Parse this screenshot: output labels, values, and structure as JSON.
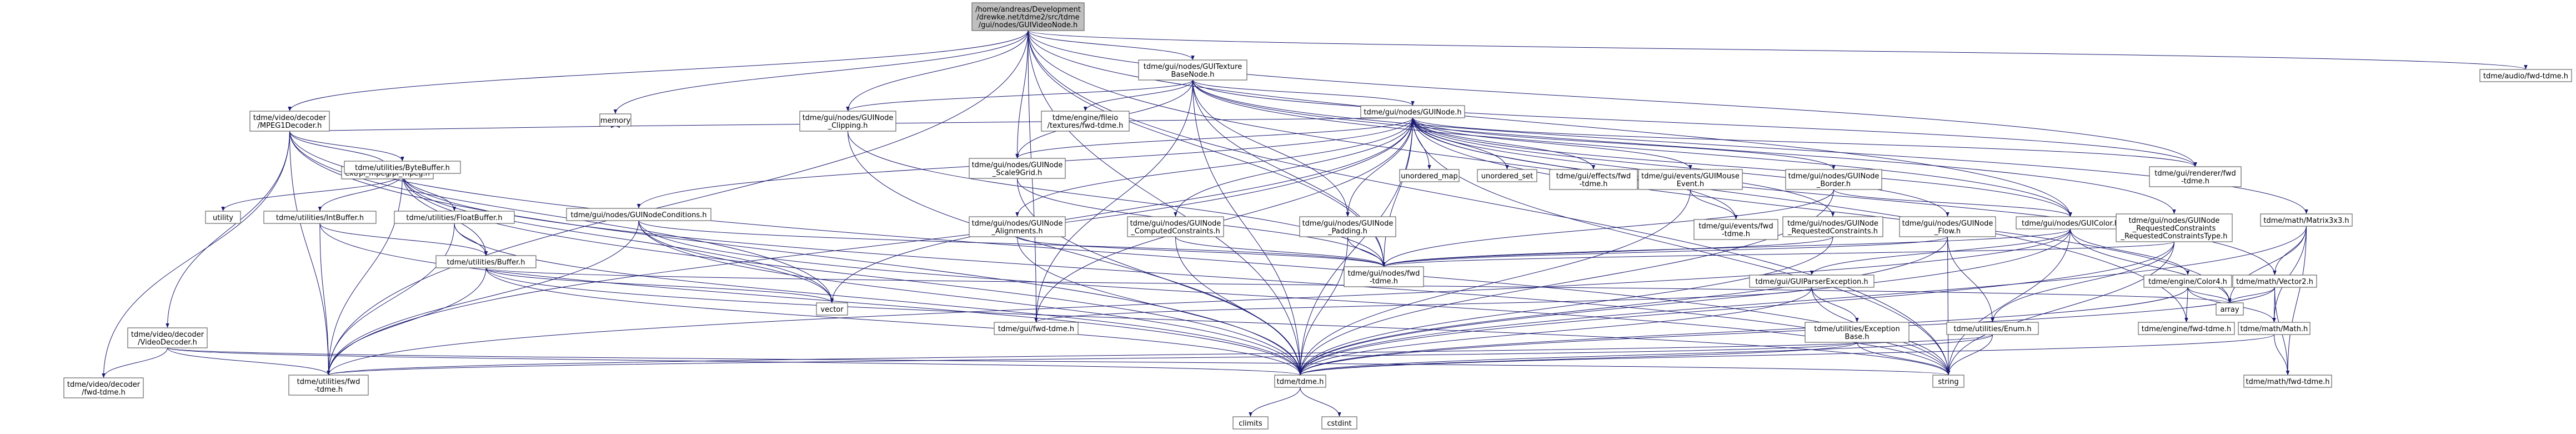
{
  "title": "",
  "colors": {
    "root_fill": "#bfbfbf",
    "node_fill": "#ffffff",
    "node_stroke": "#666666",
    "red_text": "#ff0000",
    "gray_text": "#666666",
    "edge": "#191970"
  },
  "nodes": [
    {
      "id": "root",
      "lines": [
        "/home/andreas/Development",
        "/drewke.net/tdme2/src/tdme",
        "/gui/nodes/GUIVideoNode.h"
      ],
      "kind": "root"
    },
    {
      "id": "texbase",
      "lines": [
        "tdme/gui/nodes/GUITexture",
        "BaseNode.h"
      ]
    },
    {
      "id": "mpeg1",
      "lines": [
        "tdme/video/decoder",
        "/MPEG1Decoder.h"
      ]
    },
    {
      "id": "audio",
      "lines": [
        "tdme/audio/fwd-tdme.h"
      ]
    },
    {
      "id": "clipping",
      "lines": [
        "tdme/gui/nodes/GUINode",
        "_Clipping.h"
      ]
    },
    {
      "id": "fileio",
      "lines": [
        "tdme/engine/fileio",
        "/textures/fwd-tdme.h"
      ]
    },
    {
      "id": "guinode",
      "lines": [
        "tdme/gui/nodes/GUINode.h"
      ]
    },
    {
      "id": "memory",
      "lines": [
        "memory"
      ],
      "kind": "gray"
    },
    {
      "id": "plmpeg",
      "lines": [
        "ext/pl_mpeg/pl_mpeg.h"
      ]
    },
    {
      "id": "bytebuffer",
      "lines": [
        "tdme/utilities/ByteBuffer.h"
      ],
      "kind": "red"
    },
    {
      "id": "utility",
      "lines": [
        "utility"
      ],
      "kind": "gray"
    },
    {
      "id": "intbuffer",
      "lines": [
        "tdme/utilities/IntBuffer.h"
      ]
    },
    {
      "id": "floatbuffer",
      "lines": [
        "tdme/utilities/FloatBuffer.h"
      ]
    },
    {
      "id": "buffer",
      "lines": [
        "tdme/utilities/Buffer.h"
      ],
      "kind": "red"
    },
    {
      "id": "videodecoder",
      "lines": [
        "tdme/video/decoder",
        "/VideoDecoder.h"
      ]
    },
    {
      "id": "vdfwd",
      "lines": [
        "tdme/video/decoder",
        "/fwd-tdme.h"
      ]
    },
    {
      "id": "scalegrid",
      "lines": [
        "tdme/gui/nodes/GUINode",
        "_Scale9Grid.h"
      ]
    },
    {
      "id": "conditions",
      "lines": [
        "tdme/gui/nodes/GUINodeConditions.h"
      ],
      "kind": "red"
    },
    {
      "id": "alignments",
      "lines": [
        "tdme/gui/nodes/GUINode",
        "_Alignments.h"
      ]
    },
    {
      "id": "computed",
      "lines": [
        "tdme/gui/nodes/GUINode",
        "_ComputedConstraints.h"
      ]
    },
    {
      "id": "padding",
      "lines": [
        "tdme/gui/nodes/GUINode",
        "_Padding.h"
      ]
    },
    {
      "id": "unordered_map",
      "lines": [
        "unordered_map"
      ],
      "kind": "gray"
    },
    {
      "id": "unordered_set",
      "lines": [
        "unordered_set"
      ],
      "kind": "gray"
    },
    {
      "id": "effects",
      "lines": [
        "tdme/gui/effects/fwd",
        "-tdme.h"
      ]
    },
    {
      "id": "mouseevent",
      "lines": [
        "tdme/gui/events/GUIMouse",
        "Event.h"
      ],
      "kind": "red"
    },
    {
      "id": "eventsfwd",
      "lines": [
        "tdme/gui/events/fwd",
        "-tdme.h"
      ]
    },
    {
      "id": "border",
      "lines": [
        "tdme/gui/nodes/GUINode",
        "_Border.h"
      ]
    },
    {
      "id": "requested",
      "lines": [
        "tdme/gui/nodes/GUINode",
        "_RequestedConstraints.h"
      ]
    },
    {
      "id": "flow",
      "lines": [
        "tdme/gui/nodes/GUINode",
        "_Flow.h"
      ]
    },
    {
      "id": "guicolor",
      "lines": [
        "tdme/gui/nodes/GUIColor.h"
      ]
    },
    {
      "id": "reqtype",
      "lines": [
        "tdme/gui/nodes/GUINode",
        "_RequestedConstraints",
        "_RequestedConstraintsType.h"
      ]
    },
    {
      "id": "rendererfwd",
      "lines": [
        "tdme/gui/renderer/fwd",
        "-tdme.h"
      ]
    },
    {
      "id": "matrix3x3",
      "lines": [
        "tdme/math/Matrix3x3.h"
      ]
    },
    {
      "id": "nodesfwd",
      "lines": [
        "tdme/gui/nodes/fwd",
        "-tdme.h"
      ]
    },
    {
      "id": "parserexc",
      "lines": [
        "tdme/gui/GUIParserException.h"
      ]
    },
    {
      "id": "color4",
      "lines": [
        "tdme/engine/Color4.h"
      ]
    },
    {
      "id": "vector2",
      "lines": [
        "tdme/math/Vector2.h"
      ],
      "kind": "red"
    },
    {
      "id": "vector",
      "lines": [
        "vector"
      ],
      "kind": "gray"
    },
    {
      "id": "array",
      "lines": [
        "array"
      ],
      "kind": "gray"
    },
    {
      "id": "guifwd",
      "lines": [
        "tdme/gui/fwd-tdme.h"
      ]
    },
    {
      "id": "excbase",
      "lines": [
        "tdme/utilities/Exception",
        "Base.h"
      ],
      "kind": "red"
    },
    {
      "id": "enum",
      "lines": [
        "tdme/utilities/Enum.h"
      ]
    },
    {
      "id": "enginefwd",
      "lines": [
        "tdme/engine/fwd-tdme.h"
      ]
    },
    {
      "id": "mathh",
      "lines": [
        "tdme/math/Math.h"
      ],
      "kind": "red"
    },
    {
      "id": "utilfwd",
      "lines": [
        "tdme/utilities/fwd",
        "-tdme.h"
      ]
    },
    {
      "id": "tdmeh",
      "lines": [
        "tdme/tdme.h"
      ]
    },
    {
      "id": "string",
      "lines": [
        "string"
      ],
      "kind": "gray"
    },
    {
      "id": "mathfwd",
      "lines": [
        "tdme/math/fwd-tdme.h"
      ]
    },
    {
      "id": "climits",
      "lines": [
        "climits"
      ],
      "kind": "gray"
    },
    {
      "id": "cstdint",
      "lines": [
        "cstdint"
      ],
      "kind": "gray"
    }
  ],
  "edges": [
    [
      "root",
      "texbase"
    ],
    [
      "root",
      "mpeg1"
    ],
    [
      "root",
      "audio"
    ],
    [
      "root",
      "clipping"
    ],
    [
      "root",
      "scalegrid"
    ],
    [
      "root",
      "memory"
    ],
    [
      "root",
      "tdmeh"
    ],
    [
      "root",
      "string"
    ],
    [
      "root",
      "utilfwd"
    ],
    [
      "root",
      "nodesfwd"
    ],
    [
      "root",
      "guicolor"
    ],
    [
      "root",
      "rendererfwd"
    ],
    [
      "root",
      "enginefwd"
    ],
    [
      "root",
      "guifwd"
    ],
    [
      "texbase",
      "guinode"
    ],
    [
      "texbase",
      "clipping"
    ],
    [
      "texbase",
      "fileio"
    ],
    [
      "texbase",
      "scalegrid"
    ],
    [
      "texbase",
      "guicolor"
    ],
    [
      "texbase",
      "padding"
    ],
    [
      "texbase",
      "rendererfwd"
    ],
    [
      "texbase",
      "matrix3x3"
    ],
    [
      "texbase",
      "reqtype"
    ],
    [
      "texbase",
      "guifwd"
    ],
    [
      "texbase",
      "tdmeh"
    ],
    [
      "texbase",
      "nodesfwd"
    ],
    [
      "mpeg1",
      "plmpeg"
    ],
    [
      "mpeg1",
      "bytebuffer"
    ],
    [
      "mpeg1",
      "videodecoder"
    ],
    [
      "mpeg1",
      "memory"
    ],
    [
      "mpeg1",
      "vdfwd"
    ],
    [
      "mpeg1",
      "tdmeh"
    ],
    [
      "mpeg1",
      "utilfwd"
    ],
    [
      "mpeg1",
      "string"
    ],
    [
      "mpeg1",
      "vector"
    ],
    [
      "bytebuffer",
      "utility"
    ],
    [
      "bytebuffer",
      "intbuffer"
    ],
    [
      "bytebuffer",
      "floatbuffer"
    ],
    [
      "bytebuffer",
      "buffer"
    ],
    [
      "bytebuffer",
      "tdmeh"
    ],
    [
      "bytebuffer",
      "utilfwd"
    ],
    [
      "bytebuffer",
      "vector"
    ],
    [
      "bytebuffer",
      "string"
    ],
    [
      "intbuffer",
      "buffer"
    ],
    [
      "intbuffer",
      "tdmeh"
    ],
    [
      "intbuffer",
      "utilfwd"
    ],
    [
      "floatbuffer",
      "buffer"
    ],
    [
      "floatbuffer",
      "tdmeh"
    ],
    [
      "floatbuffer",
      "utilfwd"
    ],
    [
      "buffer",
      "tdmeh"
    ],
    [
      "buffer",
      "utilfwd"
    ],
    [
      "buffer",
      "vector"
    ],
    [
      "buffer",
      "array"
    ],
    [
      "buffer",
      "string"
    ],
    [
      "videodecoder",
      "vdfwd"
    ],
    [
      "videodecoder",
      "tdmeh"
    ],
    [
      "videodecoder",
      "utilfwd"
    ],
    [
      "videodecoder",
      "string"
    ],
    [
      "clipping",
      "nodesfwd"
    ],
    [
      "clipping",
      "tdmeh"
    ],
    [
      "scalegrid",
      "nodesfwd"
    ],
    [
      "scalegrid",
      "tdmeh"
    ],
    [
      "guinode",
      "memory"
    ],
    [
      "guinode",
      "scalegrid"
    ],
    [
      "guinode",
      "conditions"
    ],
    [
      "guinode",
      "alignments"
    ],
    [
      "guinode",
      "computed"
    ],
    [
      "guinode",
      "padding"
    ],
    [
      "guinode",
      "unordered_map"
    ],
    [
      "guinode",
      "unordered_set"
    ],
    [
      "guinode",
      "effects"
    ],
    [
      "guinode",
      "mouseevent"
    ],
    [
      "guinode",
      "eventsfwd"
    ],
    [
      "guinode",
      "border"
    ],
    [
      "guinode",
      "requested"
    ],
    [
      "guinode",
      "flow"
    ],
    [
      "guinode",
      "guicolor"
    ],
    [
      "guinode",
      "rendererfwd"
    ],
    [
      "guinode",
      "vector2"
    ],
    [
      "guinode",
      "guifwd"
    ],
    [
      "guinode",
      "tdmeh"
    ],
    [
      "guinode",
      "utilfwd"
    ],
    [
      "guinode",
      "vector"
    ],
    [
      "guinode",
      "string"
    ],
    [
      "guinode",
      "array"
    ],
    [
      "guinode",
      "nodesfwd"
    ],
    [
      "conditions",
      "nodesfwd"
    ],
    [
      "conditions",
      "tdmeh"
    ],
    [
      "conditions",
      "utilfwd"
    ],
    [
      "conditions",
      "vector"
    ],
    [
      "conditions",
      "string"
    ],
    [
      "alignments",
      "nodesfwd"
    ],
    [
      "alignments",
      "tdmeh"
    ],
    [
      "computed",
      "nodesfwd"
    ],
    [
      "computed",
      "tdmeh"
    ],
    [
      "padding",
      "nodesfwd"
    ],
    [
      "padding",
      "tdmeh"
    ],
    [
      "mouseevent",
      "eventsfwd"
    ],
    [
      "mouseevent",
      "tdmeh"
    ],
    [
      "border",
      "guicolor"
    ],
    [
      "border",
      "nodesfwd"
    ],
    [
      "border",
      "tdmeh"
    ],
    [
      "requested",
      "nodesfwd"
    ],
    [
      "requested",
      "tdmeh"
    ],
    [
      "flow",
      "enum"
    ],
    [
      "flow",
      "nodesfwd"
    ],
    [
      "flow",
      "tdmeh"
    ],
    [
      "flow",
      "string"
    ],
    [
      "guicolor",
      "color4"
    ],
    [
      "guicolor",
      "parserexc"
    ],
    [
      "guicolor",
      "nodesfwd"
    ],
    [
      "guicolor",
      "tdmeh"
    ],
    [
      "guicolor",
      "string"
    ],
    [
      "guicolor",
      "array"
    ],
    [
      "guicolor",
      "utilfwd"
    ],
    [
      "reqtype",
      "enum"
    ],
    [
      "reqtype",
      "nodesfwd"
    ],
    [
      "reqtype",
      "tdmeh"
    ],
    [
      "reqtype",
      "string"
    ],
    [
      "matrix3x3",
      "vector2"
    ],
    [
      "matrix3x3",
      "mathh"
    ],
    [
      "matrix3x3",
      "mathfwd"
    ],
    [
      "matrix3x3",
      "tdmeh"
    ],
    [
      "matrix3x3",
      "array"
    ],
    [
      "parserexc",
      "excbase"
    ],
    [
      "parserexc",
      "guifwd"
    ],
    [
      "parserexc",
      "tdmeh"
    ],
    [
      "parserexc",
      "string"
    ],
    [
      "color4",
      "enginefwd"
    ],
    [
      "color4",
      "tdmeh"
    ],
    [
      "color4",
      "array"
    ],
    [
      "color4",
      "mathh"
    ],
    [
      "vector2",
      "mathh"
    ],
    [
      "vector2",
      "mathfwd"
    ],
    [
      "vector2",
      "tdmeh"
    ],
    [
      "vector2",
      "array"
    ],
    [
      "excbase",
      "tdmeh"
    ],
    [
      "excbase",
      "string"
    ],
    [
      "excbase",
      "utilfwd"
    ],
    [
      "enum",
      "tdmeh"
    ],
    [
      "enum",
      "string"
    ],
    [
      "enum",
      "utilfwd"
    ],
    [
      "mathh",
      "tdmeh"
    ],
    [
      "mathh",
      "mathfwd"
    ],
    [
      "tdmeh",
      "climits"
    ],
    [
      "tdmeh",
      "cstdint"
    ]
  ]
}
